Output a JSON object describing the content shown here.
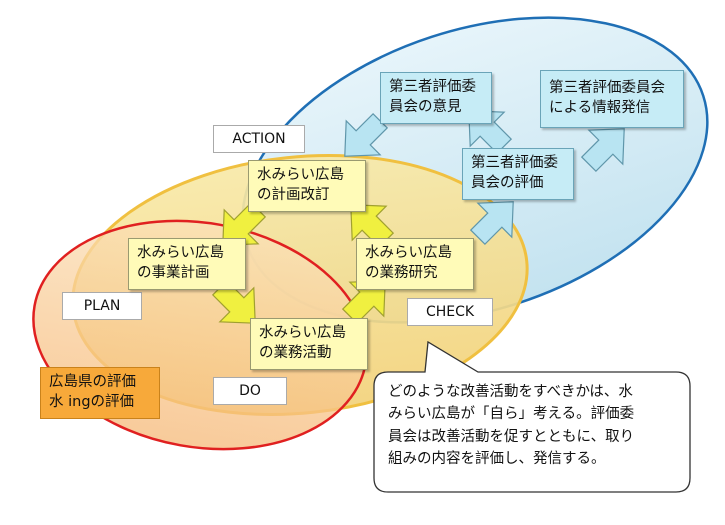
{
  "phase_labels": {
    "action": "ACTION",
    "plan": "PLAN",
    "do": "DO",
    "check": "CHECK"
  },
  "steps": {
    "plan_revision": "水みらい広島\nの計画改訂",
    "business_plan": "水みらい広島\nの事業計画",
    "business_activity": "水みらい広島\nの業務活動",
    "business_research": "水みらい広島\nの業務研究"
  },
  "committee": {
    "opinion": "第三者評価委\n員会の意見",
    "evaluation": "第三者評価委\n員会の評価",
    "publication": "第三者評価委員会\nによる情報発信"
  },
  "prefecture": {
    "label": "広島県の評価\n水 ingの評価"
  },
  "callout": {
    "text": "どのような改善活動をすべきかは、水\nみらい広島が「自ら」考える。評価委\n員会は改善活動を促すとともに、取り\n組みの内容を評価し、発信する。"
  },
  "colors": {
    "pdca_ellipse": "#f6e6a0",
    "pdca_border": "#f0c040",
    "committee_ellipse": "#d8eef6",
    "committee_border": "#1f6fb5",
    "prefecture_ellipse": "#f8d0a0",
    "prefecture_border": "#e02020",
    "step_arrow": "#f0f040",
    "committee_arrow": "#b8e4f2"
  }
}
